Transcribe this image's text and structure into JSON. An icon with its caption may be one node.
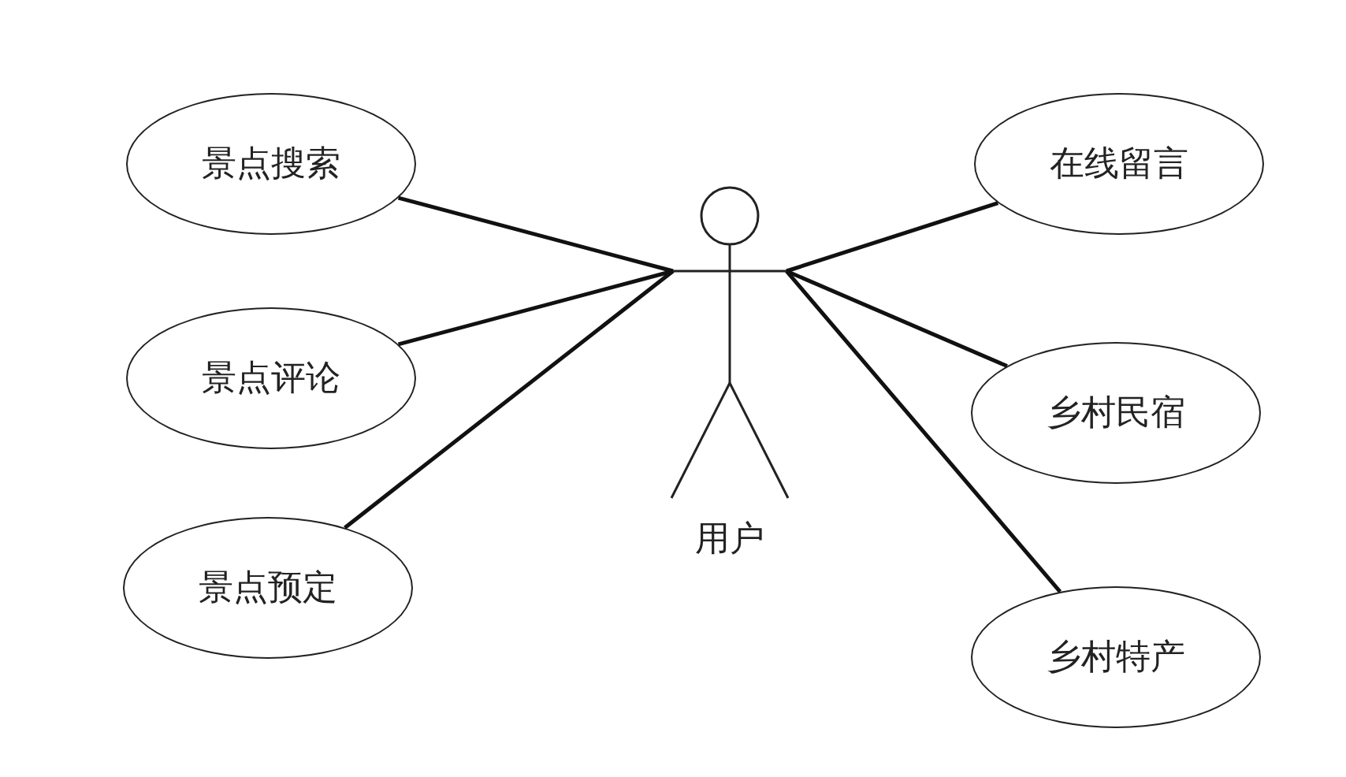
{
  "diagram": {
    "nodes": [
      {
        "text": [
          "景点搜索"
        ]
      },
      {
        "text": [
          "景点评论"
        ]
      },
      {
        "text": [
          "景点预定"
        ]
      },
      {
        "text": [
          "用户"
        ]
      },
      {
        "text": [
          "在线留言"
        ]
      },
      {
        "text": [
          "乡村民宿"
        ]
      },
      {
        "text": [
          "乡村特产"
        ]
      }
    ],
    "edges": [
      {
        "from": 3,
        "to": 0,
        "arrow": "none"
      },
      {
        "from": 3,
        "to": 1,
        "arrow": "none"
      },
      {
        "from": 3,
        "to": 2,
        "arrow": "none"
      },
      {
        "from": 3,
        "to": 4,
        "arrow": "none"
      },
      {
        "from": 3,
        "to": 5,
        "arrow": "none"
      },
      {
        "from": 3,
        "to": 6,
        "arrow": "none"
      }
    ]
  }
}
